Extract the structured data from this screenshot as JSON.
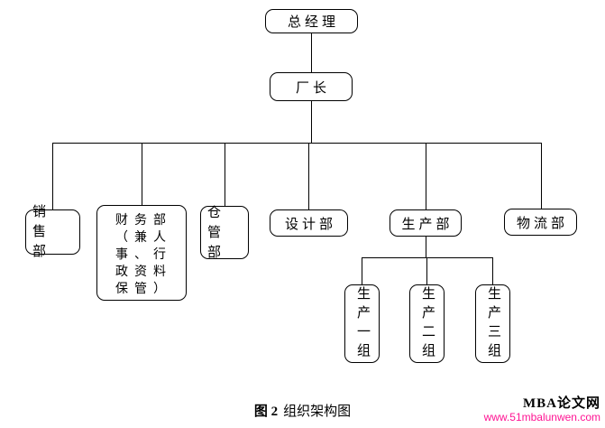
{
  "diagram": {
    "type": "org-chart",
    "nodes": {
      "general_manager": {
        "label": "总经理"
      },
      "factory_director": {
        "label": "厂长"
      },
      "sales_dept": {
        "label": "销售部"
      },
      "finance_dept": {
        "label": "财务部（兼人事、行政资料保管）"
      },
      "warehouse_dept": {
        "label": "仓管部"
      },
      "design_dept": {
        "label": "设计部"
      },
      "production_dept": {
        "label": "生产部"
      },
      "logistics_dept": {
        "label": "物流部"
      },
      "production_group_1": {
        "label": "生产一组"
      },
      "production_group_2": {
        "label": "生产二组"
      },
      "production_group_3": {
        "label": "生产三组"
      }
    },
    "hierarchy": {
      "总经理": [
        "厂长"
      ],
      "厂长": [
        "销售部",
        "财务部（兼人事、行政资料保管）",
        "仓管部",
        "设计部",
        "生产部",
        "物流部"
      ],
      "生产部": [
        "生产一组",
        "生产二组",
        "生产三组"
      ]
    }
  },
  "caption": {
    "figure_label": "图 2",
    "text": "组织架构图"
  },
  "watermark": {
    "site_name": "MBA论文网",
    "site_url": "www.51mbalunwen.com",
    "url_color": "#ff1493"
  }
}
